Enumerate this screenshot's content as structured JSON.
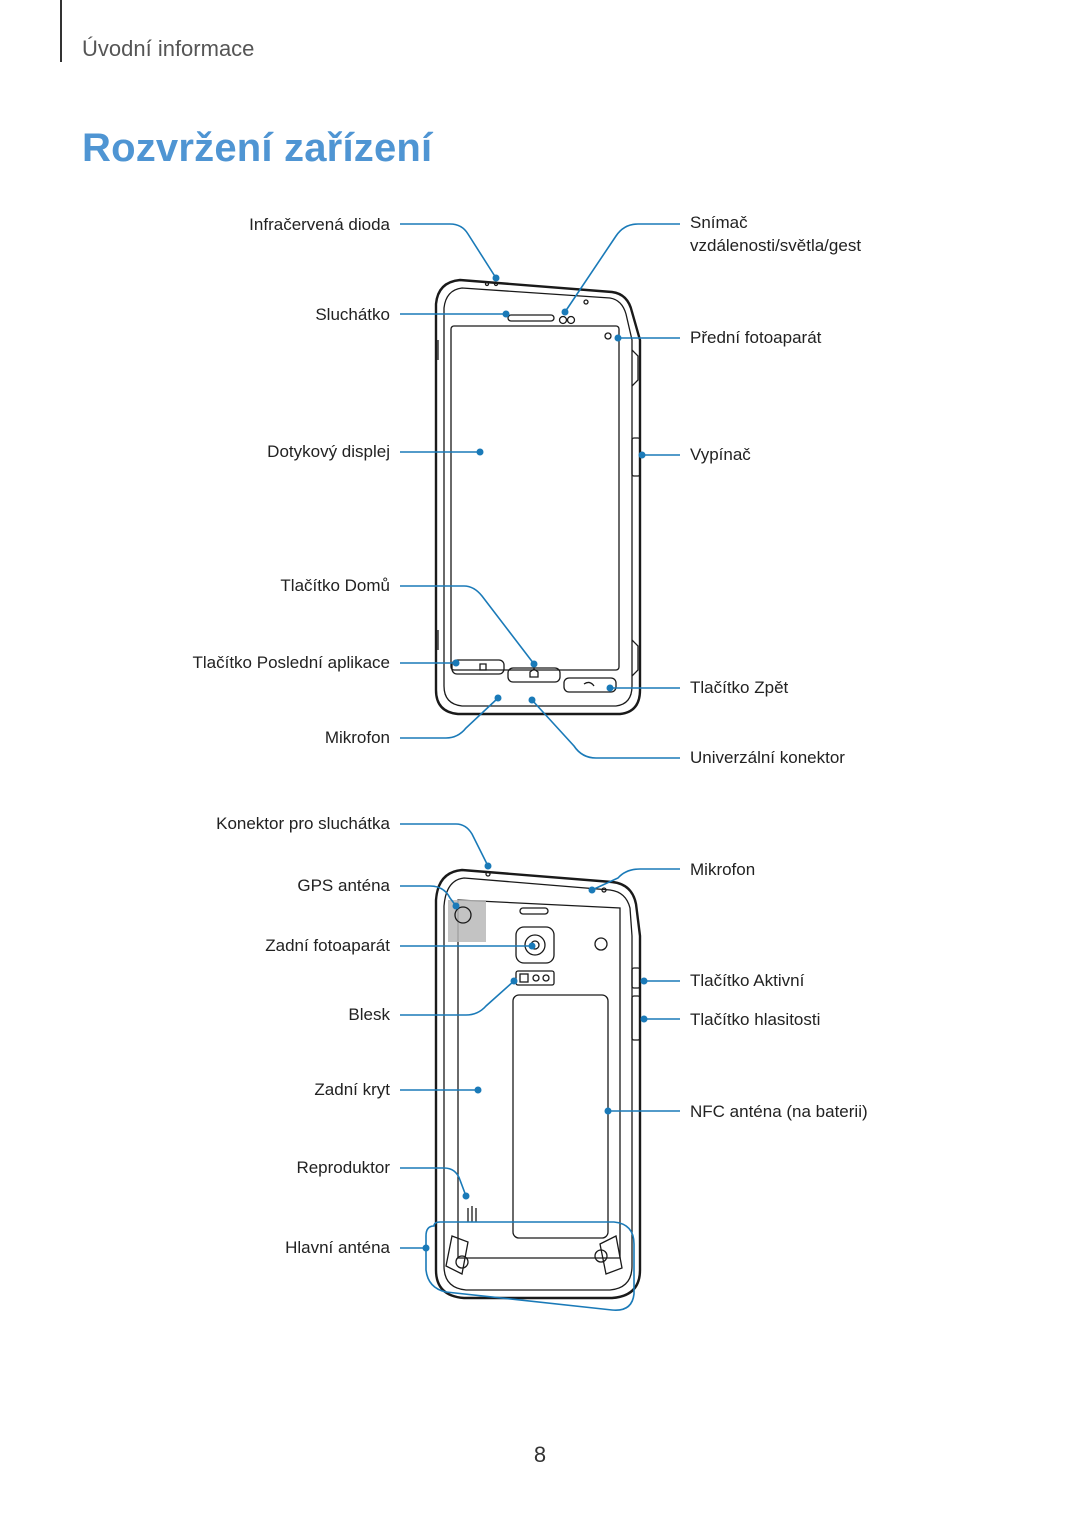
{
  "header": {
    "section_title": "Úvodní informace",
    "page_heading": "Rozvržení zařízení"
  },
  "front_view": {
    "left_labels": {
      "ir_led": "Infračervená dioda",
      "earpiece": "Sluchátko",
      "touchscreen": "Dotykový displej",
      "home_key": "Tlačítko Domů",
      "recent_apps_key": "Tlačítko Poslední aplikace",
      "microphone": "Mikrofon"
    },
    "right_labels": {
      "sensor_line1": "Snímač",
      "sensor_line2": "vzdálenosti/světla/gest",
      "front_camera": "Přední fotoaparát",
      "power_key": "Vypínač",
      "back_key": "Tlačítko Zpět",
      "multipurpose_jack": "Univerzální konektor"
    }
  },
  "rear_view": {
    "left_labels": {
      "headset_jack": "Konektor pro sluchátka",
      "gps_antenna": "GPS anténa",
      "rear_camera": "Zadní fotoaparát",
      "flash": "Blesk",
      "back_cover": "Zadní kryt",
      "speaker": "Reproduktor",
      "main_antenna": "Hlavní anténa"
    },
    "right_labels": {
      "microphone": "Mikrofon",
      "active_key": "Tlačítko Aktivní",
      "volume_key": "Tlačítko hlasitosti",
      "nfc_antenna": "NFC anténa (na baterii)"
    }
  },
  "footer": {
    "page_number": "8"
  },
  "colors": {
    "heading": "#4f95d3",
    "callout": "#1a7ab8",
    "device_outline": "#1a1a1a"
  }
}
